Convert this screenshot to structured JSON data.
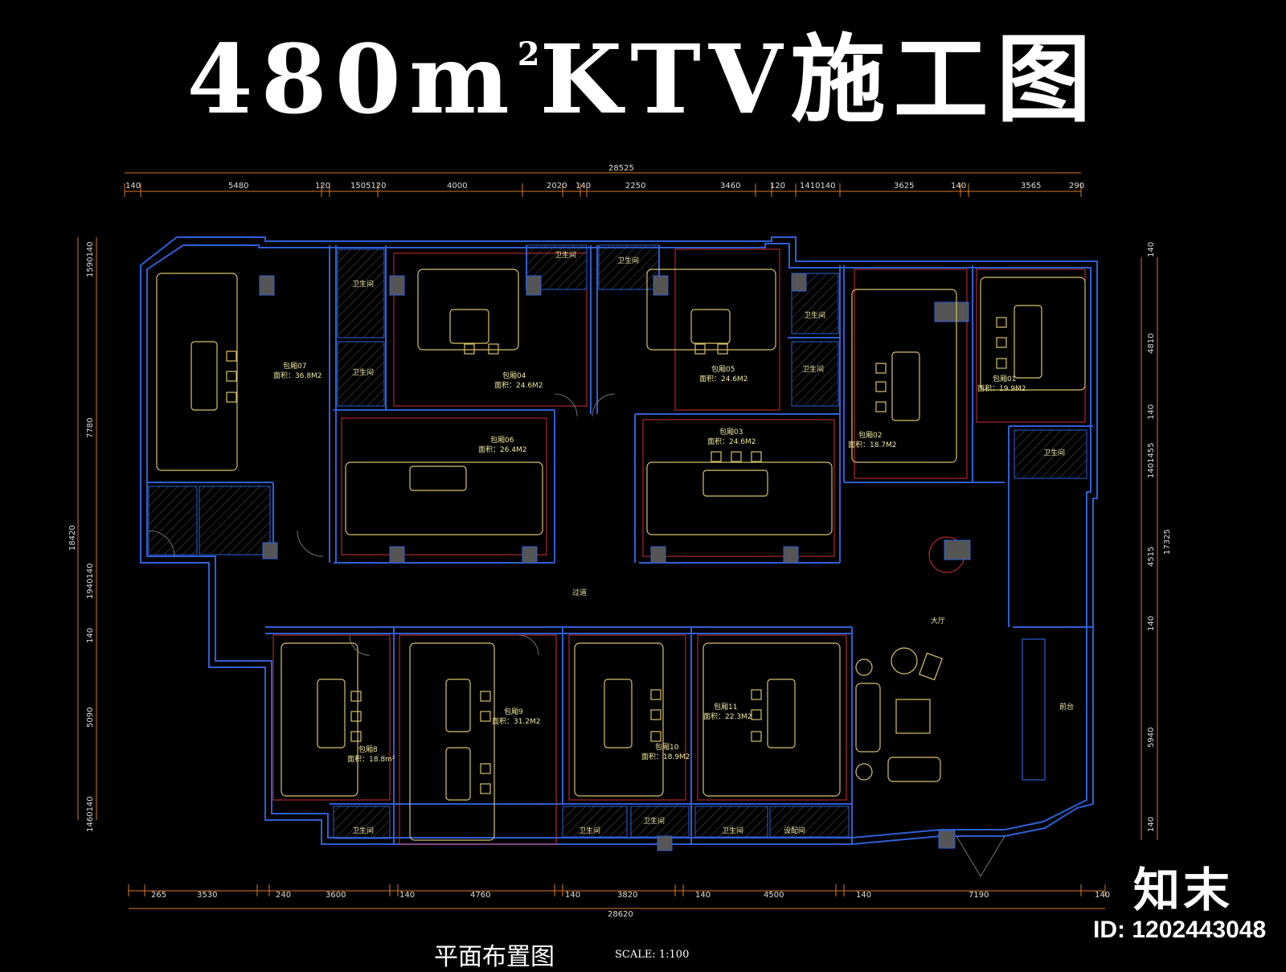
{
  "title": {
    "main": "480m",
    "sup": "2",
    "rest": "KTV施工图"
  },
  "caption": "平面布置图",
  "scale": "SCALE: 1:100",
  "brand": "知末",
  "id_label": "ID: 1202443048",
  "colors": {
    "wall": "#2e5fd6",
    "furniture": "#d7c16a",
    "red": "#d03030",
    "dim": "#d87a2a",
    "text": "#f0e6a0"
  },
  "dims": {
    "top_total": "28525",
    "top": [
      "140",
      "5480",
      "120",
      "1505120",
      "4000",
      "2020",
      "140",
      "2250",
      "3460",
      "120",
      "1410140",
      "3625",
      "140",
      "3565",
      "290"
    ],
    "bottom_total": "28620",
    "bottom": [
      "265",
      "3530",
      "240",
      "3600",
      "140",
      "4760",
      "140",
      "3820",
      "140",
      "4500",
      "140",
      "7190",
      "140"
    ],
    "left_total": "18420",
    "left": [
      "1590140",
      "7780",
      "1940140",
      "140",
      "5090",
      "1460140"
    ],
    "right_total": "17325",
    "right": [
      "140",
      "4810",
      "140",
      "1401455",
      "4515",
      "140",
      "5940",
      "140"
    ]
  },
  "rooms": {
    "r07": [
      "包厢07",
      "面积：36.8M2"
    ],
    "r04": [
      "包厢04",
      "面积：24.6M2"
    ],
    "r05": [
      "包厢05",
      "面积：24.6M2"
    ],
    "r01": [
      "包厢01",
      "面积：19.9M2"
    ],
    "r06": [
      "包厢06",
      "面积：26.4M2"
    ],
    "r03": [
      "包厢03",
      "面积：24.6M2"
    ],
    "r02": [
      "包厢02",
      "面积：18.7M2"
    ],
    "r8": [
      "包厢8",
      "面积：18.8m²"
    ],
    "r9": [
      "包厢9",
      "面积：31.2M2"
    ],
    "r10": [
      "包厢10",
      "面积：18.9M2"
    ],
    "r11": [
      "包厢11",
      "面积：22.3M2"
    ]
  },
  "labels": {
    "toilet": "卫生间",
    "corridor": "过道",
    "hall": "大厅",
    "reception": "前台",
    "equipment": "设配间"
  }
}
